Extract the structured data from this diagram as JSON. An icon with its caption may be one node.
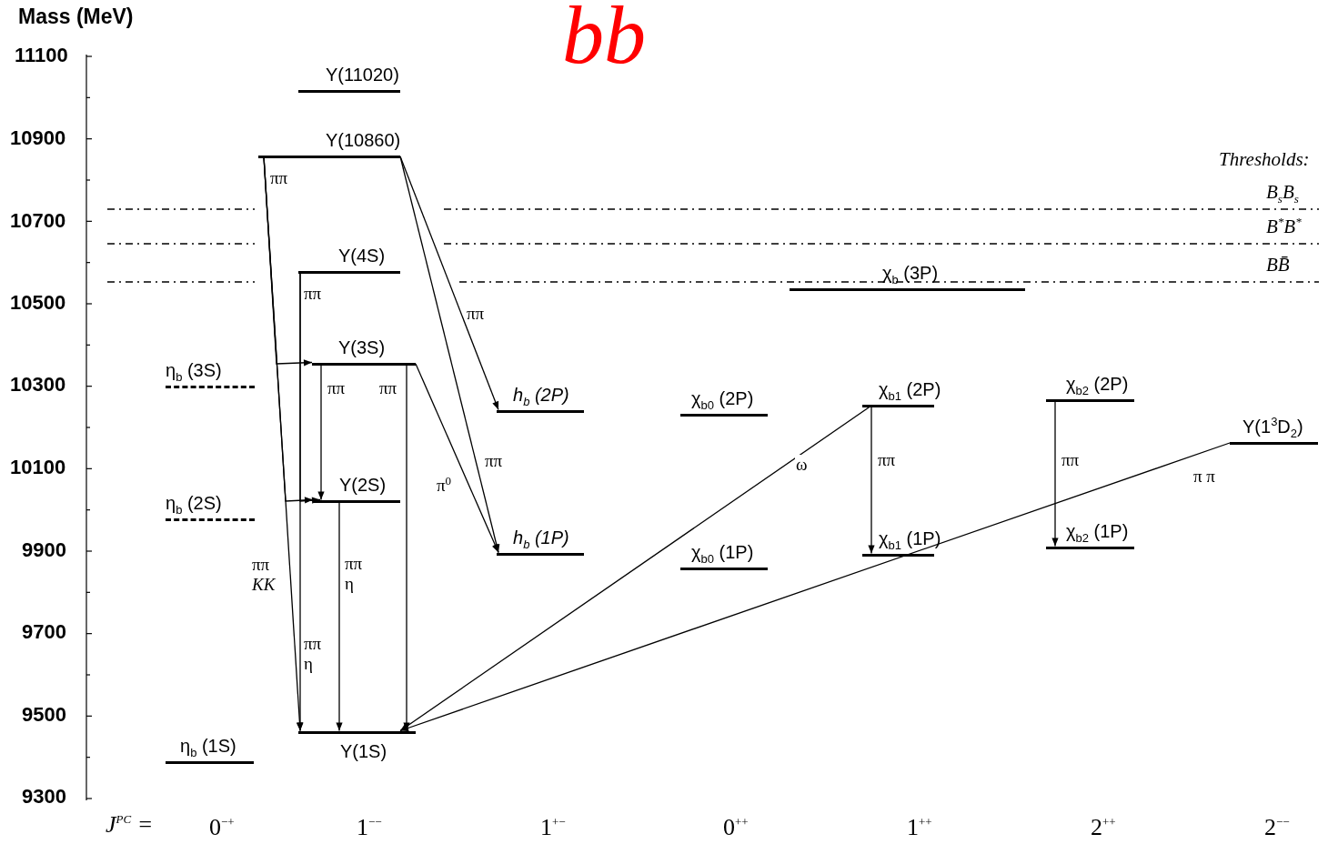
{
  "diagram": {
    "title": "bb",
    "nodes": [
      {
        "text": [
          "Υ(11020)"
        ]
      },
      {
        "text": [
          "Υ(10860)"
        ]
      },
      {
        "text": [
          "Υ(4S)"
        ]
      },
      {
        "text": [
          "χ$_{b}$ (3P)"
        ]
      },
      {
        "text": [
          "Υ(3S)"
        ]
      },
      {
        "text": [
          "η$_{b}$ (3S)"
        ]
      },
      {
        "text": [
          "h$_{b}$ (2P)"
        ]
      },
      {
        "text": [
          "χ$_{b0}$ (2P)"
        ]
      },
      {
        "text": [
          "χ$_{b1}$ (2P)"
        ]
      },
      {
        "text": [
          "χ$_{b2}$ (2P)"
        ]
      },
      {
        "text": [
          "Υ(1$^{3}$D$_{2}$)"
        ]
      },
      {
        "text": [
          "Υ(2S)"
        ]
      },
      {
        "text": [
          "η$_{b}$ (2S)"
        ]
      },
      {
        "text": [
          "h$_{b}$ (1P)"
        ]
      },
      {
        "text": [
          "χ$_{b0}$ (1P)"
        ]
      },
      {
        "text": [
          "χ$_{b1}$ (1P)"
        ]
      },
      {
        "text": [
          "χ$_{b2}$ (1P)"
        ]
      },
      {
        "text": [
          "η$_{b}$ (1S)"
        ]
      },
      {
        "text": [
          "Υ(1S)"
        ]
      }
    ],
    "edges": [
      {
        "from": 1,
        "to": 4,
        "arrow": "to",
        "label": "ππ"
      },
      {
        "from": 1,
        "to": 11,
        "arrow": "to"
      },
      {
        "from": 1,
        "to": 18,
        "arrow": "to",
        "label": "ππ *KK*"
      },
      {
        "from": 2,
        "to": 11,
        "arrow": "to",
        "label": "ππ"
      },
      {
        "from": 2,
        "to": 18,
        "arrow": "to",
        "label": "ππ η"
      },
      {
        "from": 4,
        "to": 11,
        "arrow": "to",
        "label": "ππ"
      },
      {
        "from": 4,
        "to": 18,
        "arrow": "to",
        "label": "ππ"
      },
      {
        "from": 4,
        "to": 13,
        "arrow": "to",
        "label": "π$^{0}$"
      },
      {
        "from": 11,
        "to": 18,
        "arrow": "to",
        "label": "ππ η"
      },
      {
        "from": 1,
        "to": 6,
        "arrow": "to",
        "label": "ππ"
      },
      {
        "from": 1,
        "to": 13,
        "arrow": "to",
        "label": "ππ"
      },
      {
        "from": 8,
        "to": 18,
        "arrow": "to",
        "label": "ω"
      },
      {
        "from": 10,
        "to": 18,
        "arrow": "to",
        "label": "π π"
      },
      {
        "from": 8,
        "to": 15,
        "arrow": "to",
        "label": "ππ"
      },
      {
        "from": 9,
        "to": 16,
        "arrow": "to",
        "label": "ππ"
      }
    ],
    "labels": [
      "Mass (MeV)",
      "11100",
      "10900",
      "10700",
      "10500",
      "10300",
      "10100",
      "9900",
      "9700",
      "9500",
      "9300",
      "Thresholds:",
      "B$_{s}$B$_{s}$",
      "B$^{*}$B$^{*}$",
      "BB̄",
      "J$^{PC}$ =",
      "0$^{−+}$",
      "1$^{−−}$",
      "1$^{+−}$",
      "0$^{++}$",
      "1$^{++}$",
      "2$^{++}$",
      "2$^{−−}$"
    ]
  }
}
